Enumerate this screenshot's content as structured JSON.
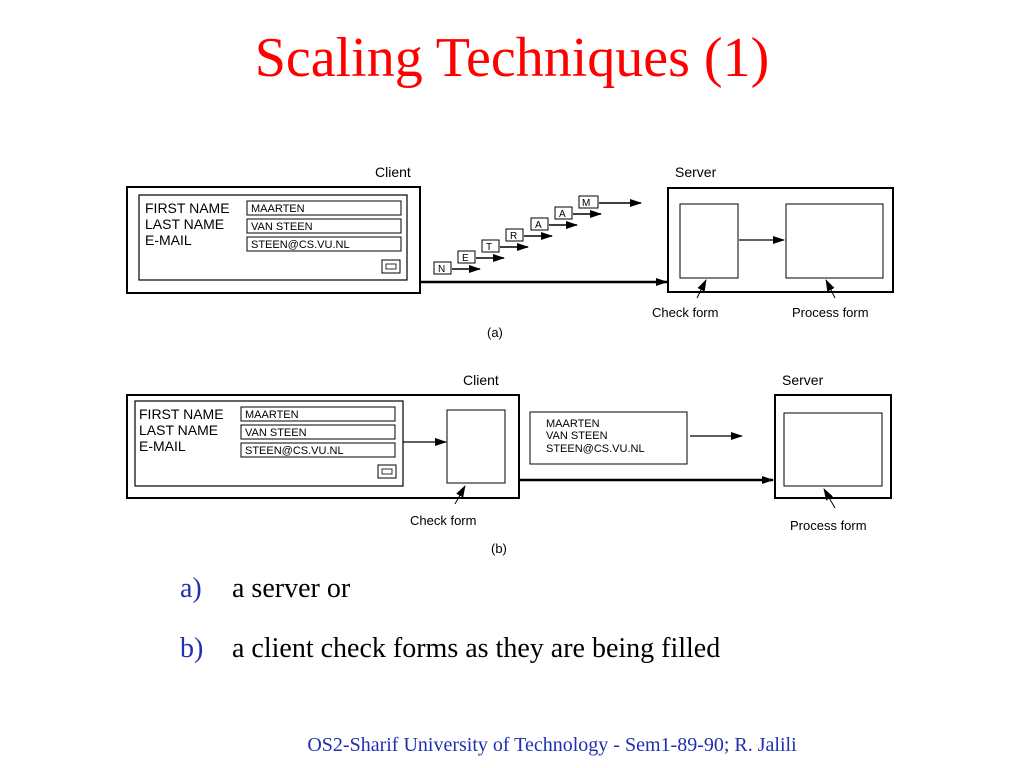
{
  "title": "Scaling Techniques (1)",
  "diagram_a": {
    "client_label": "Client",
    "server_label": "Server",
    "field_labels": [
      "FIRST NAME",
      "LAST NAME",
      "E-MAIL"
    ],
    "field_values": [
      "MAARTEN",
      "VAN STEEN",
      "STEEN@CS.VU.NL"
    ],
    "letters": [
      "N",
      "E",
      "T",
      "R",
      "A",
      "A",
      "M"
    ],
    "check_form_label": "Check form",
    "process_form_label": "Process form",
    "caption": "(a)"
  },
  "diagram_b": {
    "client_label": "Client",
    "server_label": "Server",
    "field_labels": [
      "FIRST NAME",
      "LAST NAME",
      "E-MAIL"
    ],
    "field_values": [
      "MAARTEN",
      "VAN STEEN",
      "STEEN@CS.VU.NL"
    ],
    "message_lines": [
      "MAARTEN",
      "VAN STEEN",
      "STEEN@CS.VU.NL"
    ],
    "check_form_label": "Check form",
    "process_form_label": "Process form",
    "caption": "(b)"
  },
  "bullets": [
    {
      "marker": "a)",
      "text": "a server or"
    },
    {
      "marker": "b)",
      "text": "a client check forms as they are being filled"
    }
  ],
  "footer": "OS2-Sharif University of Technology -  Sem1-89-90; R. Jalili",
  "colors": {
    "title": "#ff0000",
    "marker": "#1f2fb0",
    "footer": "#1f2fb0"
  }
}
